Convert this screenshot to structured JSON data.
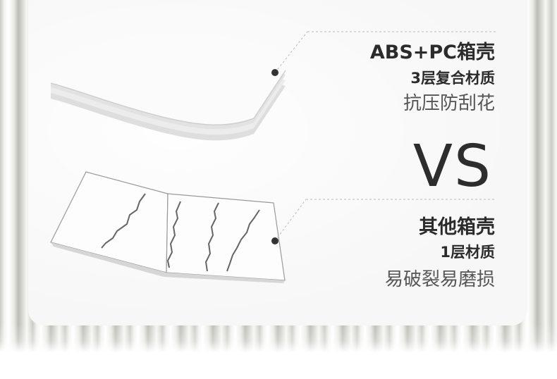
{
  "top": {
    "title": "ABS+PC箱壳",
    "subtitle": "3层复合材质",
    "desc": "抗压防刮花"
  },
  "vs": "VS",
  "bottom": {
    "title": "其他箱壳",
    "subtitle": "1层材质",
    "desc": "易破裂易磨损"
  },
  "colors": {
    "card": "#f7f7f7",
    "text": "#2b2b2b",
    "dot": "#333333",
    "guide": "#bbbbbb"
  }
}
